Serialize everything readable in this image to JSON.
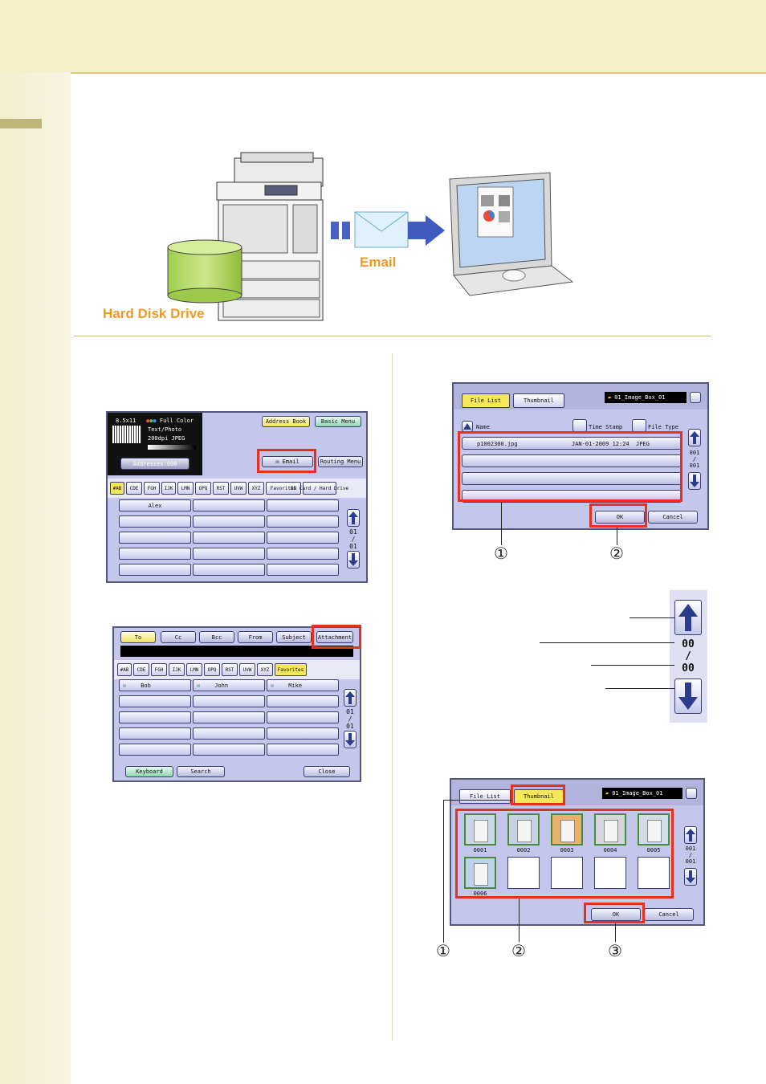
{
  "illustration": {
    "hdd_label": "Hard Disk Drive",
    "email_label": "Email"
  },
  "panel1": {
    "paper_size": "8.5x11",
    "color_mode": "Full Color",
    "original_type": "Text/Photo",
    "resolution": "200dpi JPEG",
    "addresses": "Addresses:000",
    "address_book": "Address Book",
    "basic_menu": "Basic Menu",
    "email": "Email",
    "routing_menu": "Routing Menu",
    "tabs": [
      "#AB",
      "CDE",
      "FGH",
      "IJK",
      "LMN",
      "OPQ",
      "RST",
      "UVW",
      "XYZ",
      "Favorites",
      "SD Card / Hard Drive"
    ],
    "first_entry": "Alex",
    "page_top": "01",
    "page_sep": "/",
    "page_bottom": "01"
  },
  "panel2": {
    "fields": [
      "To",
      "Cc",
      "Bcc",
      "From",
      "Subject",
      "Attachment"
    ],
    "tabs": [
      "#AB",
      "CDE",
      "FGH",
      "IJK",
      "LMN",
      "OPQ",
      "RST",
      "UVW",
      "XYZ",
      "Favorites"
    ],
    "entries": [
      "Bob",
      "John",
      "Mike"
    ],
    "page_top": "01",
    "page_sep": "/",
    "page_bottom": "01",
    "keyboard": "Keyboard",
    "search": "Search",
    "close": "Close"
  },
  "panel3": {
    "tab_filelist": "File List",
    "tab_thumbnail": "Thumbnail",
    "folder": "01_Image_Box_01",
    "col_name": "Name",
    "col_timestamp": "Time Stamp",
    "col_filetype": "File Type",
    "file_name": "p1002300.jpg",
    "file_time": "JAN-01-2009 12:24",
    "file_type": "JPEG",
    "page_top": "001",
    "page_sep": "/",
    "page_bottom": "001",
    "ok": "OK",
    "cancel": "Cancel",
    "callout1": "①",
    "callout2": "②"
  },
  "scroll_diagram": {
    "top": "00",
    "sep": "/",
    "bottom": "00"
  },
  "panel4": {
    "tab_filelist": "File List",
    "tab_thumbnail": "Thumbnail",
    "folder": "01_Image_Box_01",
    "thumbs": [
      "0001",
      "0002",
      "0003",
      "0004",
      "0005",
      "0006"
    ],
    "page_top": "001",
    "page_sep": "/",
    "page_bottom": "001",
    "ok": "OK",
    "cancel": "Cancel",
    "callout1": "①",
    "callout2": "②",
    "callout3": "③"
  }
}
